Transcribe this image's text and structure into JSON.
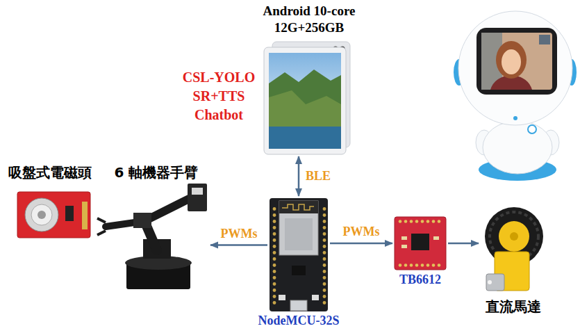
{
  "diagram": {
    "nodes": [
      {
        "text": [
          "Android 10-core 12G+256GB",
          "CSL-YOLO SR+TTS Chatbot"
        ]
      },
      {
        "text": [
          "吸盤式電磁頭"
        ]
      },
      {
        "text": [
          "6 軸機器手臂"
        ]
      },
      {
        "text": [
          "NodeMCU-32S"
        ]
      },
      {
        "text": [
          "TB6612"
        ]
      },
      {
        "text": [
          "直流馬達"
        ]
      }
    ],
    "edges": [
      {
        "from": 0,
        "to": 3,
        "arrow": "both",
        "label": "BLE"
      },
      {
        "from": 3,
        "to": 2,
        "arrow": "to",
        "label": "PWMs"
      },
      {
        "from": 3,
        "to": 4,
        "arrow": "to",
        "label": "PWMs"
      },
      {
        "from": 4,
        "to": 5,
        "arrow": "to"
      }
    ]
  }
}
